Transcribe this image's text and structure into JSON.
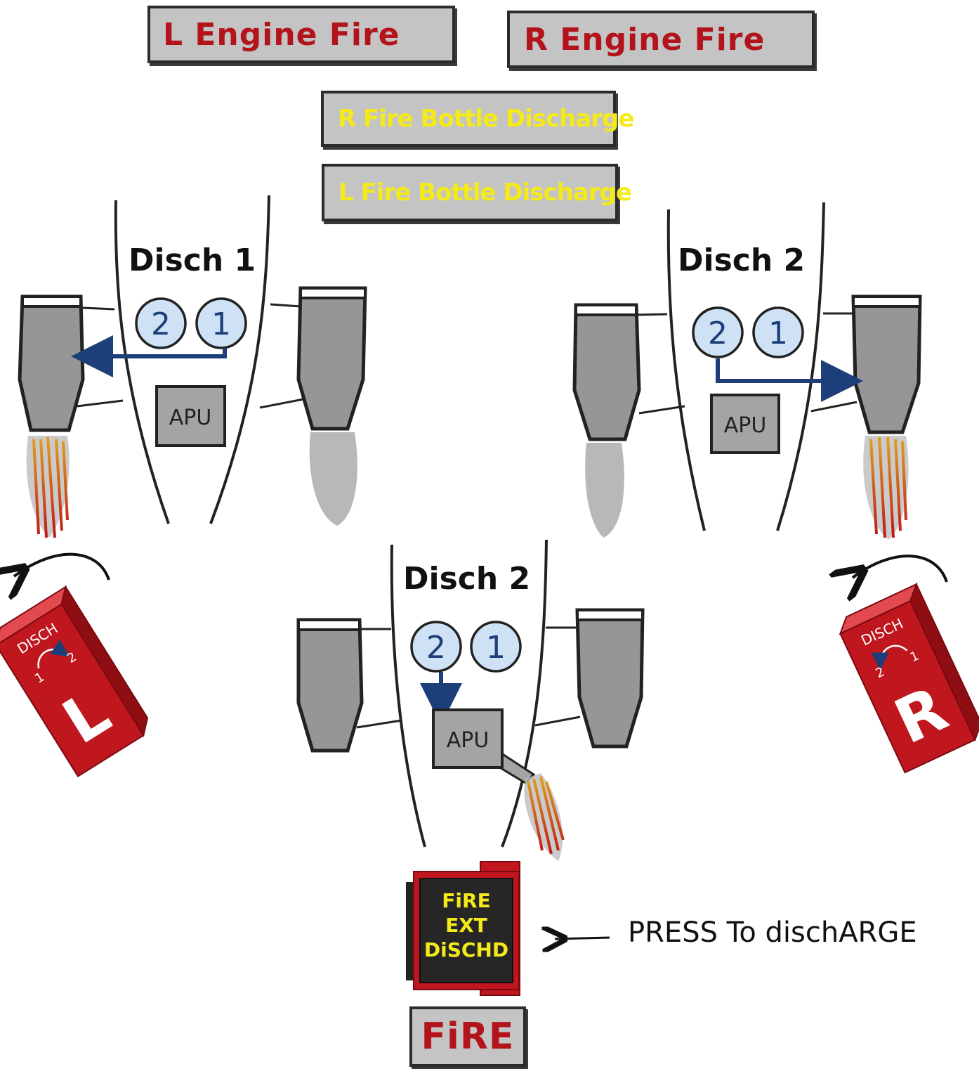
{
  "caution_panels": {
    "left_engine_fire": "L Engine Fire",
    "right_engine_fire": "R Engine Fire",
    "r_fire_bottle_discharge": "R Fire Bottle Discharge",
    "l_fire_bottle_discharge": "L Fire Bottle Discharge",
    "fire": "FiRE"
  },
  "aircraft_views": {
    "left": {
      "title": "Disch 1",
      "bottle_a": "2",
      "bottle_b": "1",
      "apu": "APU"
    },
    "right": {
      "title": "Disch 2",
      "bottle_a": "2",
      "bottle_b": "1",
      "apu": "APU"
    },
    "center": {
      "title": "Disch 2",
      "bottle_a": "2",
      "bottle_b": "1",
      "apu": "APU"
    }
  },
  "handles": {
    "left": {
      "label": "DISCH",
      "pos1": "1",
      "pos2": "2",
      "letter": "L"
    },
    "right": {
      "label": "DISCH",
      "pos1": "1",
      "pos2": "2",
      "letter": "R"
    }
  },
  "apu_button": {
    "line1": "FiRE",
    "line2": "EXT",
    "line3": "DiSCHD"
  },
  "instruction": "PRESS To dischARGE",
  "colors": {
    "panel_gray": "#c4c4c4",
    "fire_red": "#b3141c",
    "caution_yellow": "#f4ea1a",
    "bottle_blue": "#cfe2f5",
    "arrow_navy": "#1c3f7a",
    "handle_red": "#c0161e"
  }
}
